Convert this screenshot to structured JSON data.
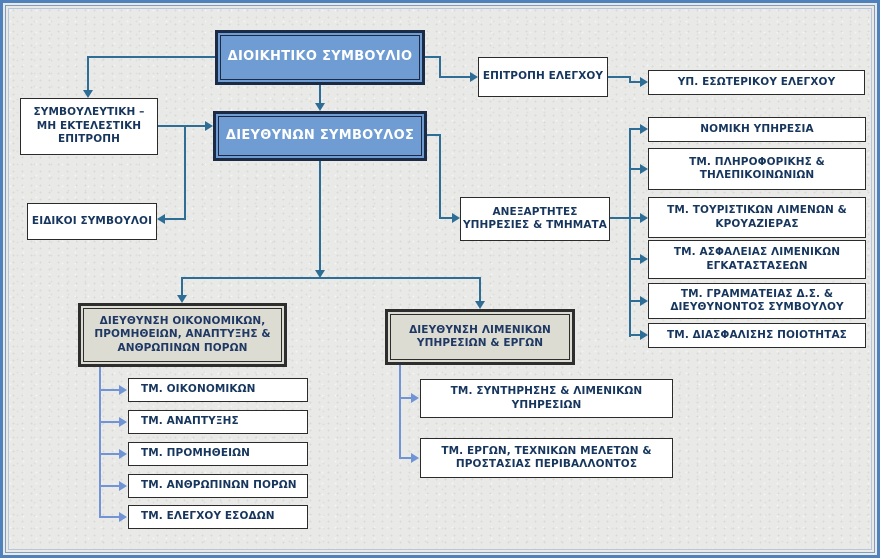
{
  "palette": {
    "frame_blue": "#4f81bd",
    "node_blue_fill": "#6f9cd2",
    "node_blue_border": "#1b2b45",
    "white_node_text": "#17365d",
    "division_fill": "#dcdcd3",
    "division_text": "#1f3864",
    "connector_dark": "#2d6d96",
    "connector_light": "#7094d6",
    "background": "#e9e9e7"
  },
  "org_chart": {
    "board": "ΔΙΟΙΚΗΤΙΚΟ ΣΥΜΒΟΥΛΙΟ",
    "ceo": "ΔΙΕΥΘΥΝΩΝ ΣΥΜΒΟΥΛΟΣ",
    "advisory_committee": "ΣΥΜΒΟΥΛΕΥΤΙΚΗ –\nΜΗ ΕΚΤΕΛΕΣΤΙΚΗ\nΕΠΙΤΡΟΠΗ",
    "special_advisors": "ΕΙΔΙΚΟΙ ΣΥΜΒΟΥΛΟΙ",
    "audit_committee": "ΕΠΙΤΡΟΠΗ ΕΛΕΓΧΟΥ",
    "internal_audit": "ΥΠ. ΕΣΩΤΕΡΙΚΟΥ ΕΛΕΓΧΟΥ",
    "independent_services": "ΑΝΕΞΑΡΤΗΤΕΣ\nΥΠΗΡΕΣΙΕΣ & ΤΜΗΜΑΤΑ",
    "independent_departments": [
      "ΝΟΜΙΚΗ ΥΠΗΡΕΣΙΑ",
      "ΤΜ. ΠΛΗΡΟΦΟΡΙΚΗΣ &\nΤΗΛΕΠΙΚΟΙΝΩΝΙΩΝ",
      "ΤΜ. ΤΟΥΡΙΣΤΙΚΩΝ ΛΙΜΕΝΩΝ &\nΚΡΟΥΑΖΙΕΡΑΣ",
      "ΤΜ. ΑΣΦΑΛΕΙΑΣ ΛΙΜΕΝΙΚΩΝ\nΕΓΚΑΤΑΣΤΑΣΕΩΝ",
      "ΤΜ. ΓΡΑΜΜΑΤΕΙΑΣ Δ.Σ. &\nΔΙΕΥΘΥΝΟΝΤΟΣ ΣΥΜΒΟΥΛΟΥ",
      "ΤΜ. ΔΙΑΣΦΑΛΙΣΗΣ ΠΟΙΟΤΗΤΑΣ"
    ],
    "division_finance": {
      "label": "ΔΙΕΥΘΥΝΣΗ ΟΙΚΟΝΟΜΙΚΩΝ,\nΠΡΟΜΗΘΕΙΩΝ, ΑΝΑΠΤΥΞΗΣ &\nΑΝΘΡΩΠΙΝΩΝ ΠΟΡΩΝ",
      "departments": [
        "ΤΜ. ΟΙΚΟΝΟΜΙΚΩΝ",
        "ΤΜ. ΑΝΑΠΤΥΞΗΣ",
        "ΤΜ. ΠΡΟΜΗΘΕΙΩΝ",
        "ΤΜ. ΑΝΘΡΩΠΙΝΩΝ ΠΟΡΩΝ",
        "ΤΜ. ΕΛΕΓΧΟΥ ΕΣΟΔΩΝ"
      ]
    },
    "division_port": {
      "label": "ΔΙΕΥΘΥΝΣΗ ΛΙΜΕΝΙΚΩΝ\nΥΠΗΡΕΣΙΩΝ & ΕΡΓΩΝ",
      "departments": [
        "ΤΜ. ΣΥΝΤΗΡΗΣΗΣ & ΛΙΜΕΝΙΚΩΝ\nΥΠΗΡΕΣΙΩΝ",
        "ΤΜ. ΕΡΓΩΝ, ΤΕΧΝΙΚΩΝ ΜΕΛΕΤΩΝ &\nΠΡΟΣΤΑΣΙΑΣ ΠΕΡΙΒΑΛΛΟΝΤΟΣ"
      ]
    }
  }
}
